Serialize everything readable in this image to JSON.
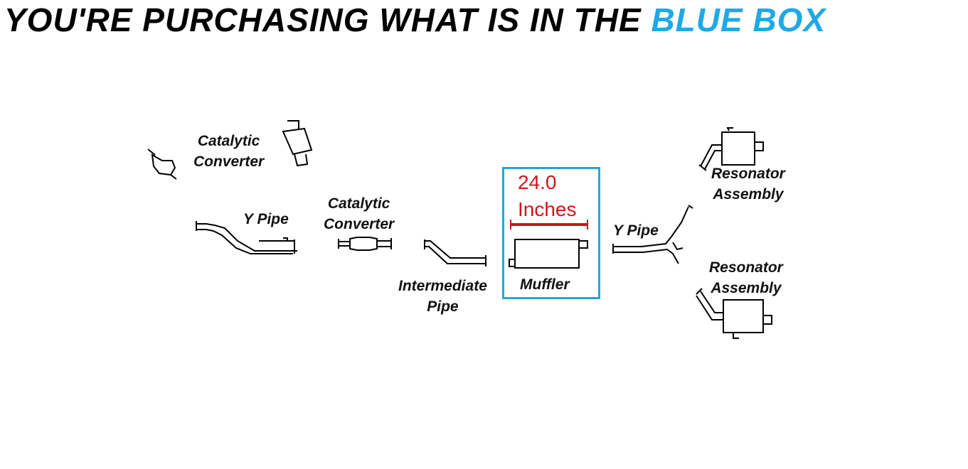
{
  "banner": {
    "prefix": "YOU'RE PURCHASING WHAT IS IN THE",
    "highlight": "BLUE BOX"
  },
  "labels": {
    "cat_conv_top": "Catalytic\nConverter",
    "y_pipe_left": "Y Pipe",
    "cat_conv_mid": "Catalytic\nConverter",
    "intermediate_pipe": "Intermediate\nPipe",
    "muffler": "Muffler",
    "y_pipe_right": "Y Pipe",
    "resonator_top": "Resonator\nAssembly",
    "resonator_bottom": "Resonator\nAssembly"
  },
  "dimension": {
    "value": "24.0",
    "unit": "Inches"
  },
  "colors": {
    "highlight": "#1fa9e6",
    "dimension": "#d0141b"
  }
}
